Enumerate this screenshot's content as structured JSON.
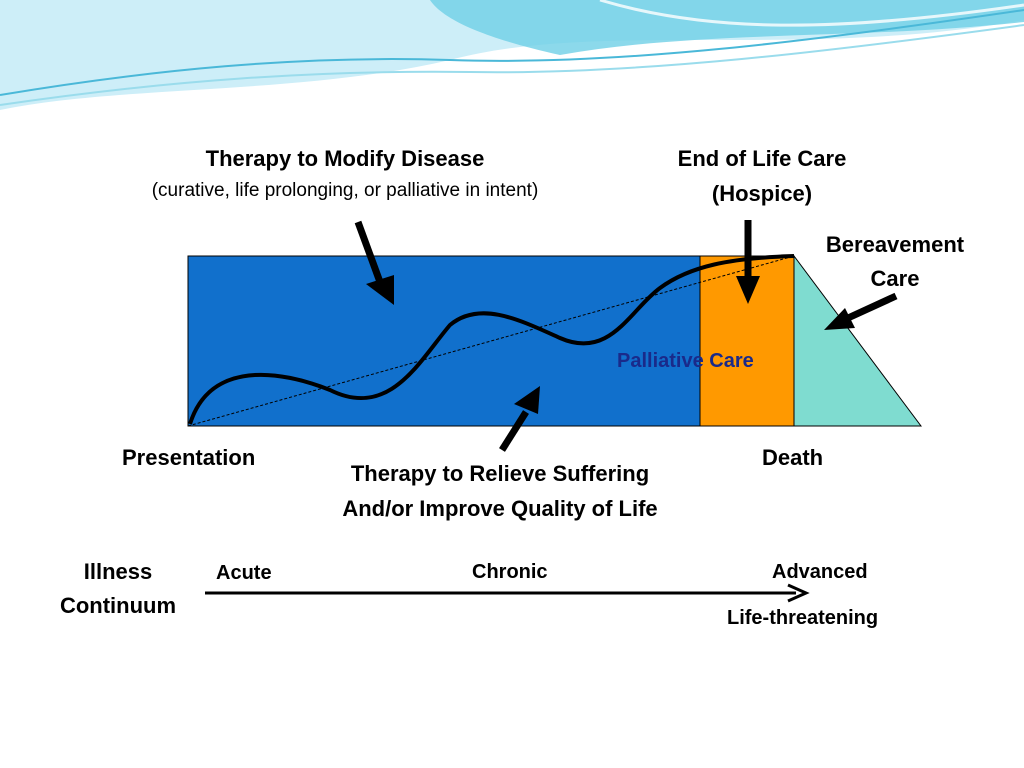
{
  "labels": {
    "modify_title": "Therapy to Modify Disease",
    "modify_subtitle": "(curative, life prolonging, or  palliative in intent)",
    "eol_line1": "End of Life Care",
    "eol_line2": "(Hospice)",
    "bereavement_line1": "Bereavement",
    "bereavement_line2": "Care",
    "palliative": "Palliative Care",
    "presentation": "Presentation",
    "death": "Death",
    "relieve_line1": "Therapy to Relieve Suffering",
    "relieve_line2": "And/or Improve Quality of Life"
  },
  "continuum": {
    "title_line1": "Illness",
    "title_line2": "Continuum",
    "acute": "Acute",
    "chronic": "Chronic",
    "advanced": "Advanced",
    "life_threatening": "Life-threatening"
  },
  "colors": {
    "therapy_region": "#1170cc",
    "end_of_life_region": "#ff9900",
    "bereavement_region": "#7fdcd0",
    "header_wave": "#6fcfe6",
    "arrow": "#000000"
  }
}
